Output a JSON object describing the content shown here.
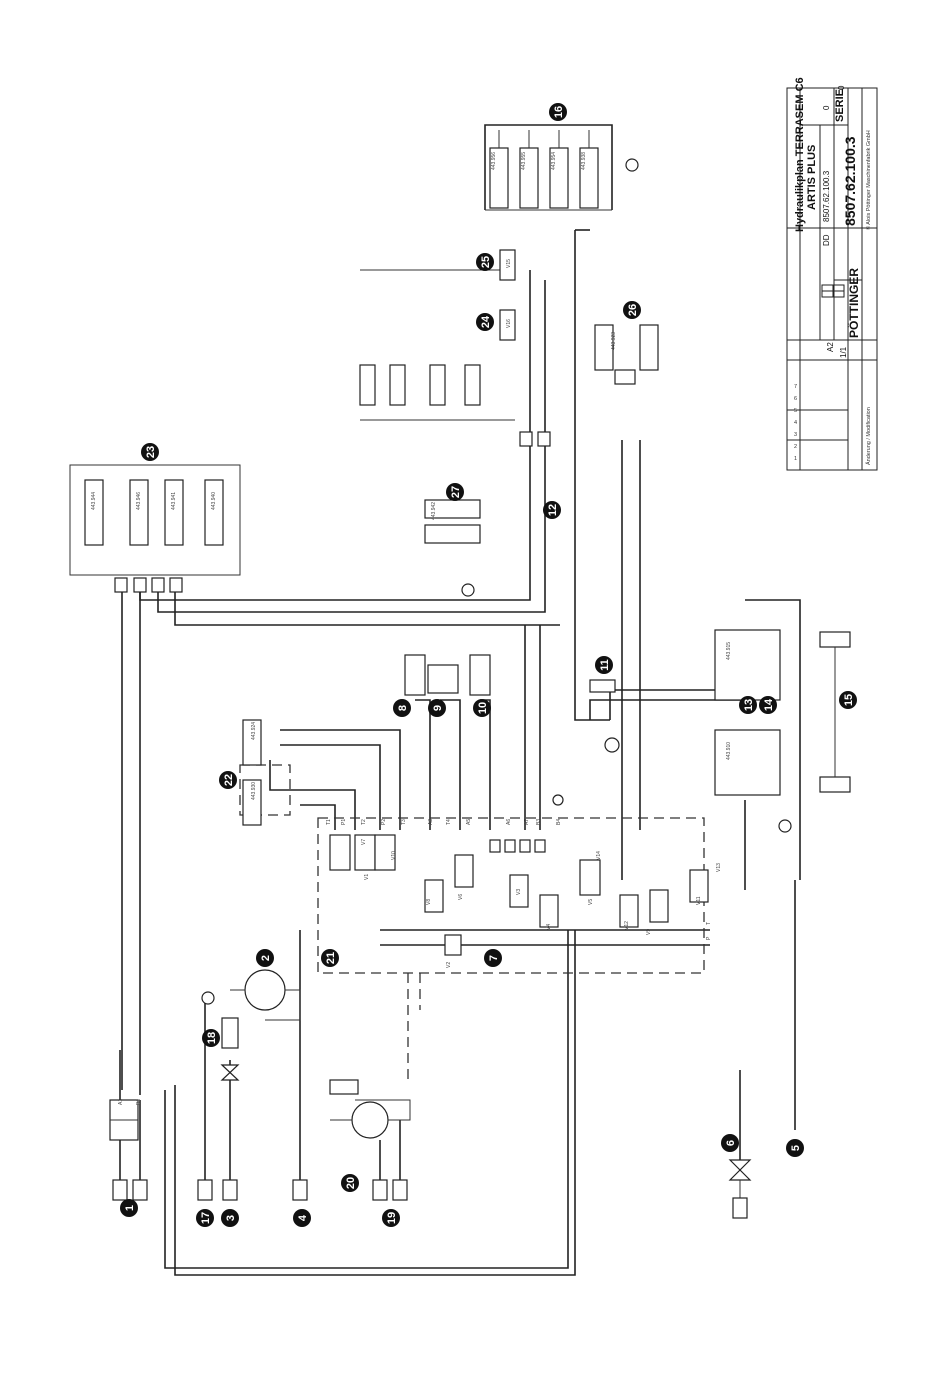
{
  "drawing": {
    "title_line1": "Hydraulikplan TERRASEM C6",
    "title_line2": "ARTIS PLUS",
    "drawing_no": "8507.62.100.3",
    "revision": "0",
    "serie": "SERIE",
    "format": "A2",
    "sheet": "1/1",
    "scale": "DD",
    "stamp_no": "8507.62.100.3",
    "stamp_rev": "0",
    "brand": "PÖTTINGER",
    "company": "© Alois Pöttinger Maschinenfabrik GmbH",
    "change_label": "Änderung / Modification",
    "rev_rows": [
      "1",
      "2",
      "3",
      "4",
      "5",
      "6",
      "7"
    ]
  },
  "callouts": [
    "1",
    "2",
    "3",
    "4",
    "5",
    "6",
    "7",
    "8",
    "9",
    "10",
    "11",
    "12",
    "13",
    "14",
    "15",
    "16",
    "17",
    "18",
    "19",
    "20",
    "21",
    "22",
    "23",
    "24",
    "25",
    "26",
    "27"
  ],
  "valve_labels": [
    "V1",
    "V2",
    "V3",
    "V4",
    "V5",
    "V6",
    "V7",
    "V8",
    "V9",
    "V10",
    "V11",
    "V12",
    "V13",
    "V14",
    "V15",
    "V16"
  ],
  "part_numbers": [
    "443.956",
    "443.955",
    "443.954",
    "443.938",
    "443.944",
    "443.946",
    "443.941",
    "443.940",
    "443.942",
    "443.923",
    "443.915",
    "443.910",
    "443.924",
    "443.930"
  ],
  "port_labels": [
    "T1",
    "P1",
    "T2",
    "P2",
    "T3",
    "A3",
    "T4",
    "A5",
    "A6",
    "A7",
    "B3",
    "B4",
    "A1",
    "B1",
    "P",
    "T"
  ]
}
